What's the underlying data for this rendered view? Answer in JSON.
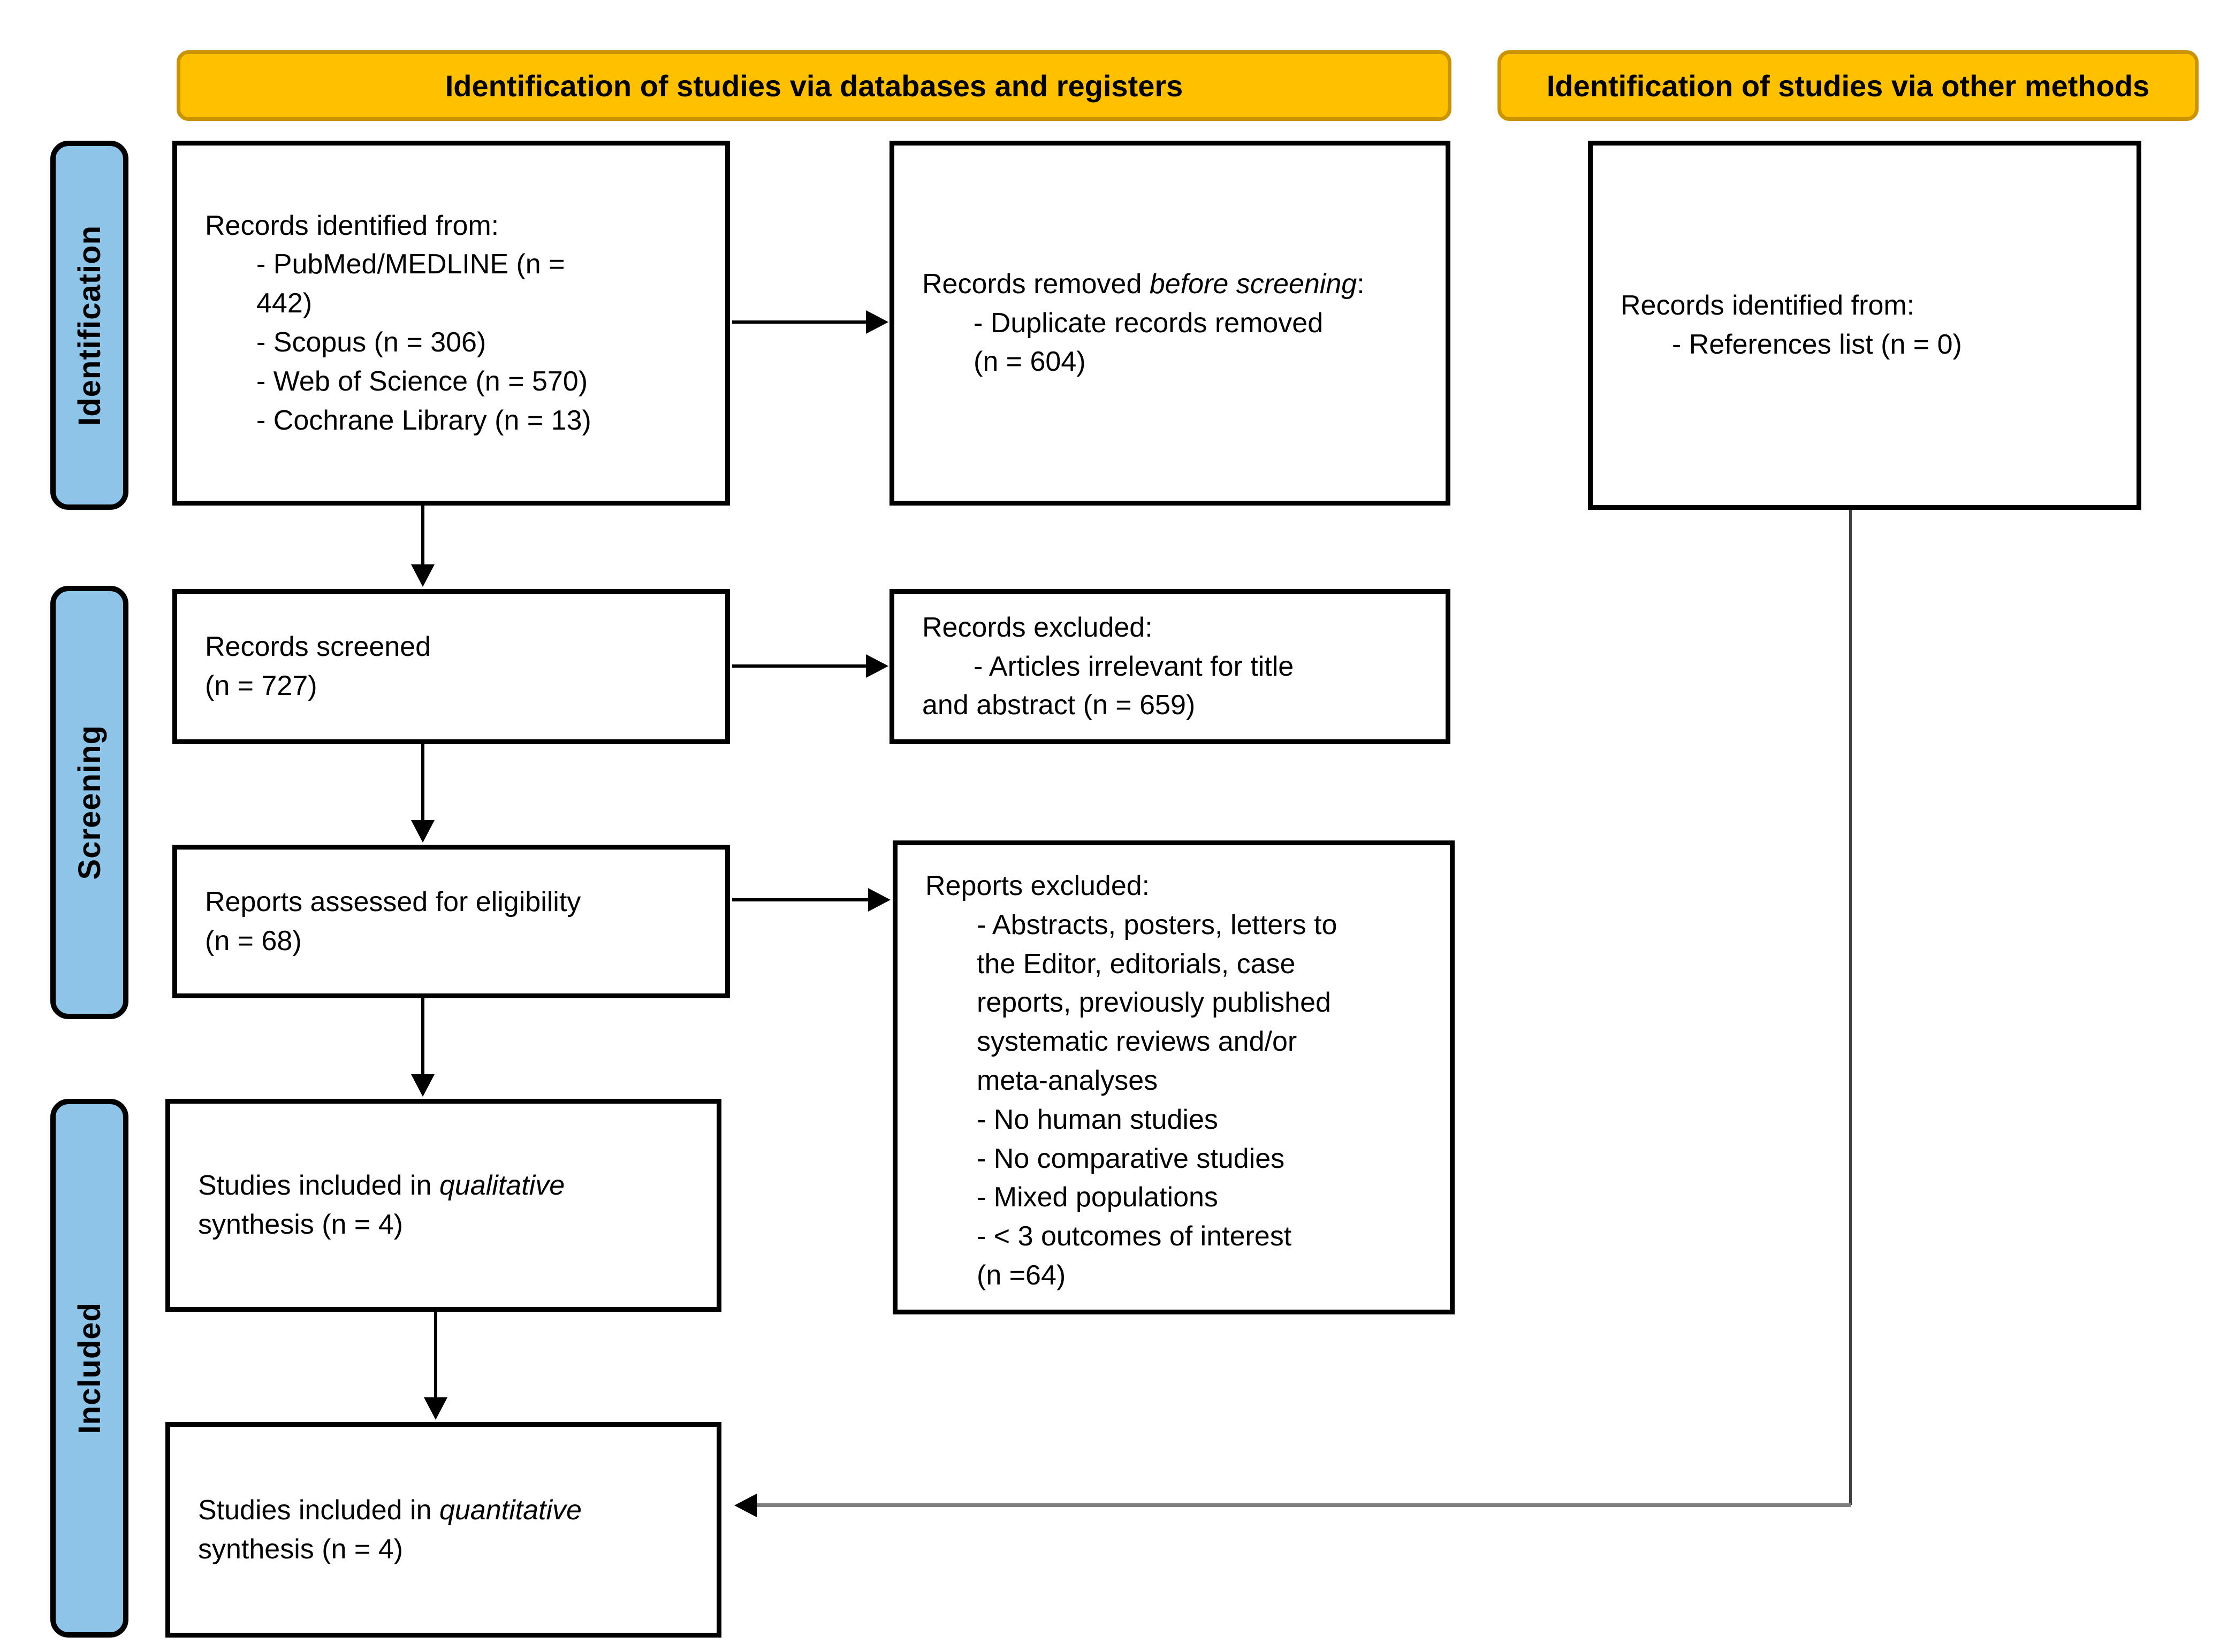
{
  "headers": {
    "databases": "Identification of studies via databases and registers",
    "other_methods": "Identification of studies via other methods"
  },
  "sidebar": {
    "identification": "Identification",
    "screening": "Screening",
    "included": "Included"
  },
  "boxes": {
    "records_identified": {
      "title": "Records identified from:",
      "items": [
        "- PubMed/MEDLINE (n =\n442)",
        "- Scopus (n = 306)",
        "- Web of Science (n = 570)",
        "- Cochrane Library (n = 13)"
      ]
    },
    "records_removed": {
      "title_prefix": "Records removed ",
      "title_italic": "before screening",
      "title_suffix": ":",
      "items": [
        "- Duplicate records removed\n(n = 604)"
      ]
    },
    "records_identified_other": {
      "title": "Records identified from:",
      "items": [
        "- References list (n = 0)"
      ]
    },
    "records_screened": {
      "line1": "Records screened",
      "line2": "(n = 727)"
    },
    "records_excluded": {
      "title": "Records excluded:",
      "items": [
        "- Articles irrelevant for title\nand abstract (n = 659)"
      ]
    },
    "reports_assessed": {
      "line1": "Reports assessed for eligibility",
      "line2": "(n = 68)"
    },
    "reports_excluded": {
      "title": "Reports excluded:",
      "items": [
        "- Abstracts, posters, letters to\nthe Editor, editorials, case\nreports, previously published\nsystematic reviews and/or\nmeta-analyses",
        "- No human studies",
        "- No comparative studies",
        "- Mixed populations",
        "- < 3 outcomes of interest\n (n =64)"
      ]
    },
    "qualitative": {
      "line1_prefix": "Studies included in ",
      "line1_italic": "qualitative",
      "line2": "synthesis (n = 4)"
    },
    "quantitative": {
      "line1_prefix": "Studies included in ",
      "line1_italic": "quantitative",
      "line2": "synthesis (n = 4)"
    }
  },
  "colors": {
    "header_fill": "#FFC000",
    "header_border": "#C99400",
    "sidebar_fill": "#8EC4E8",
    "box_border": "#000000",
    "elbow_vertical": "#404040",
    "elbow_horizontal": "#7F7F7F"
  }
}
